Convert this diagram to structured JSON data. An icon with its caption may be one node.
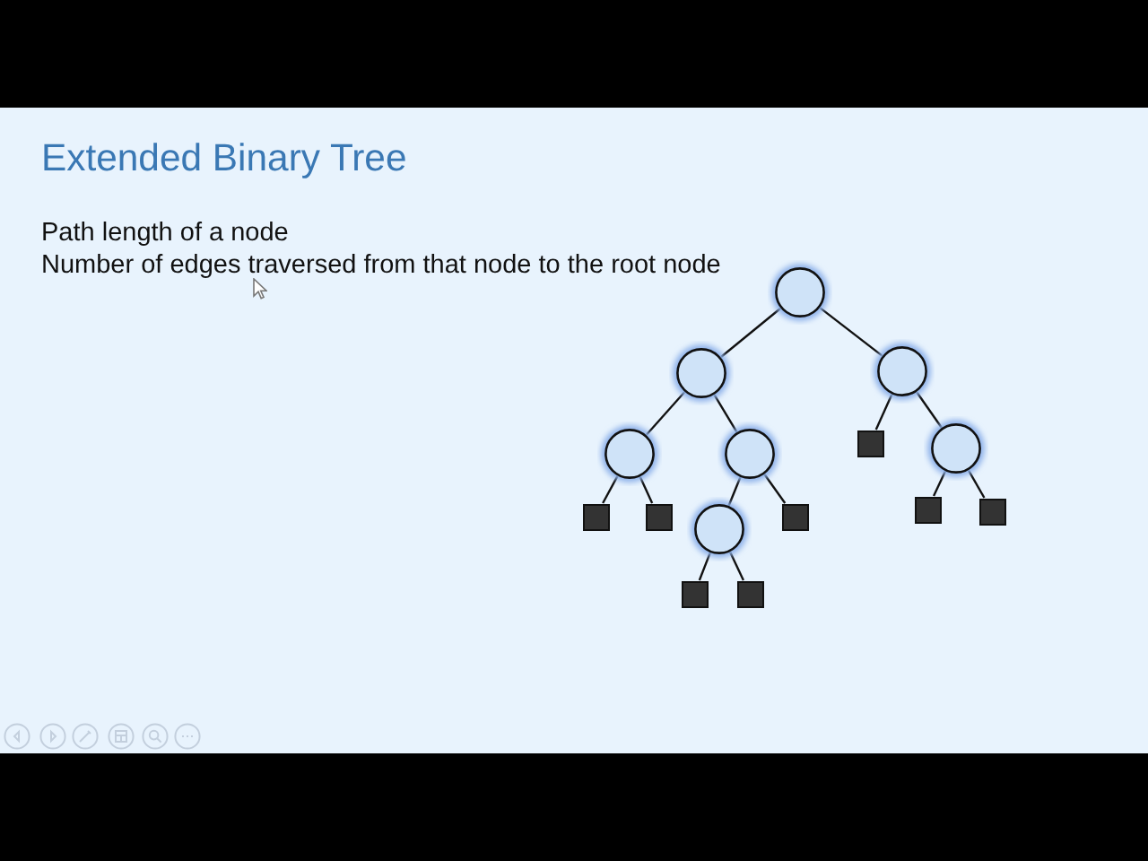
{
  "diagram": {
    "title": "Extended Binary Tree",
    "nodes": [
      {
        "text": [],
        "shape": "circle"
      },
      {
        "text": [],
        "shape": "circle"
      },
      {
        "text": [],
        "shape": "circle"
      },
      {
        "text": [],
        "shape": "circle"
      },
      {
        "text": [],
        "shape": "circle"
      },
      {
        "text": [],
        "shape": "box"
      },
      {
        "text": [],
        "shape": "circle"
      },
      {
        "text": [],
        "shape": "box"
      },
      {
        "text": [],
        "shape": "box"
      },
      {
        "text": [],
        "shape": "box"
      },
      {
        "text": [],
        "shape": "box"
      },
      {
        "text": [],
        "shape": "box"
      },
      {
        "text": [],
        "shape": "circle"
      },
      {
        "text": [],
        "shape": "box"
      },
      {
        "text": [],
        "shape": "box"
      }
    ],
    "edges": [
      {
        "from": 0,
        "to": 1,
        "arrow": "none"
      },
      {
        "from": 0,
        "to": 2,
        "arrow": "none"
      },
      {
        "from": 1,
        "to": 3,
        "arrow": "none"
      },
      {
        "from": 1,
        "to": 4,
        "arrow": "none"
      },
      {
        "from": 2,
        "to": 5,
        "arrow": "none"
      },
      {
        "from": 2,
        "to": 6,
        "arrow": "none"
      },
      {
        "from": 3,
        "to": 7,
        "arrow": "none"
      },
      {
        "from": 3,
        "to": 8,
        "arrow": "none"
      },
      {
        "from": 4,
        "to": 12,
        "arrow": "none"
      },
      {
        "from": 4,
        "to": 9,
        "arrow": "none"
      },
      {
        "from": 6,
        "to": 10,
        "arrow": "none"
      },
      {
        "from": 6,
        "to": 11,
        "arrow": "none"
      },
      {
        "from": 12,
        "to": 13,
        "arrow": "none"
      },
      {
        "from": 12,
        "to": 14,
        "arrow": "none"
      }
    ],
    "labels": [
      "Path length of a node",
      "Number of edges traversed from that node to the root node"
    ]
  }
}
